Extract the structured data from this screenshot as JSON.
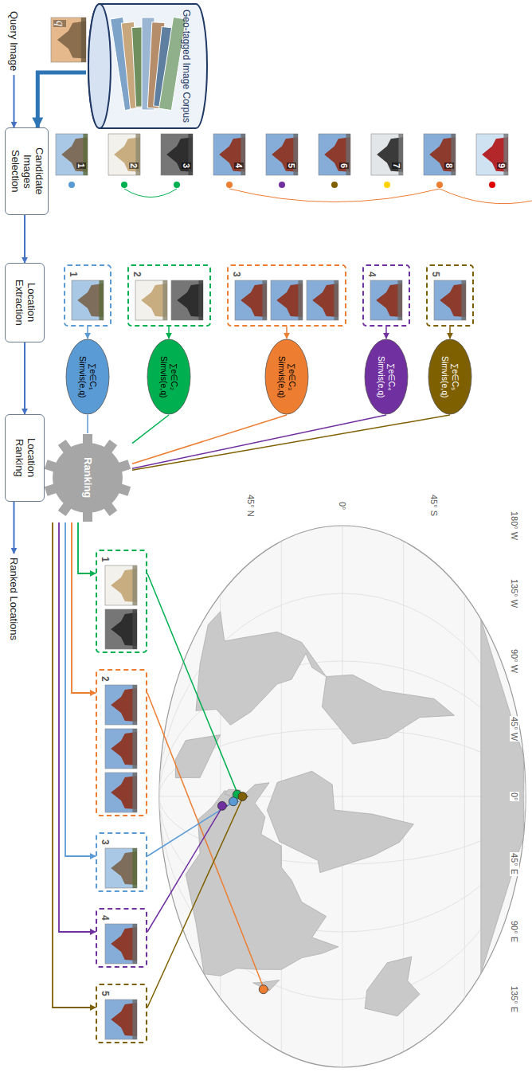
{
  "diagram": {
    "nodes": [
      {
        "text": [
          "Candidate Images Selection"
        ]
      },
      {
        "text": [
          "Location Extraction"
        ]
      },
      {
        "text": [
          "Location Ranking"
        ]
      },
      {
        "text": [
          "Geo-tagged Image Corpus"
        ]
      },
      {
        "text": [
          "1"
        ]
      },
      {
        "text": [
          "2"
        ]
      },
      {
        "text": [
          "3"
        ]
      },
      {
        "text": [
          "4"
        ]
      },
      {
        "text": [
          "5"
        ]
      },
      {
        "text": [
          "∑e∈C₁ Simvis(e,q)"
        ]
      },
      {
        "text": [
          "∑e∈C₂ Simvis(e,q)"
        ]
      },
      {
        "text": [
          "∑e∈C₃ Simvis(e,q)"
        ]
      },
      {
        "text": [
          "∑e∈C₄ Simvis(e,q)"
        ]
      },
      {
        "text": [
          "∑e∈C₅ Simvis(e,q)"
        ]
      },
      {
        "text": [
          "Ranking"
        ]
      },
      {
        "text": [
          "1"
        ]
      },
      {
        "text": [
          "2"
        ]
      },
      {
        "text": [
          "3"
        ]
      },
      {
        "text": [
          "4"
        ]
      },
      {
        "text": [
          "5"
        ]
      }
    ],
    "edges": [
      {
        "from": 0,
        "to": 1,
        "arrow": "to"
      },
      {
        "from": 1,
        "to": 2,
        "arrow": "to"
      },
      {
        "from": 3,
        "to": 0,
        "arrow": "to"
      },
      {
        "from": 4,
        "to": 9,
        "arrow": "to"
      },
      {
        "from": 5,
        "to": 10,
        "arrow": "to"
      },
      {
        "from": 6,
        "to": 11,
        "arrow": "to"
      },
      {
        "from": 7,
        "to": 12,
        "arrow": "to"
      },
      {
        "from": 8,
        "to": 13,
        "arrow": "to"
      },
      {
        "from": 9,
        "to": 14,
        "arrow": "none"
      },
      {
        "from": 10,
        "to": 14,
        "arrow": "none"
      },
      {
        "from": 11,
        "to": 14,
        "arrow": "none"
      },
      {
        "from": 12,
        "to": 14,
        "arrow": "none"
      },
      {
        "from": 13,
        "to": 14,
        "arrow": "none"
      },
      {
        "from": 14,
        "to": 15,
        "arrow": "to"
      },
      {
        "from": 14,
        "to": 16,
        "arrow": "to"
      },
      {
        "from": 14,
        "to": 17,
        "arrow": "to"
      },
      {
        "from": 14,
        "to": 18,
        "arrow": "to"
      },
      {
        "from": 14,
        "to": 19,
        "arrow": "to"
      }
    ],
    "labels": [
      "Query Image",
      "q",
      "Ranked Locations",
      "1",
      "2",
      "3",
      "4",
      "5",
      "6",
      "7",
      "8",
      "9",
      "45° N",
      "0°",
      "45° S",
      "180° W",
      "135° W",
      "90° W",
      "45° W",
      "0°",
      "45° E",
      "90° E",
      "135° E"
    ]
  }
}
